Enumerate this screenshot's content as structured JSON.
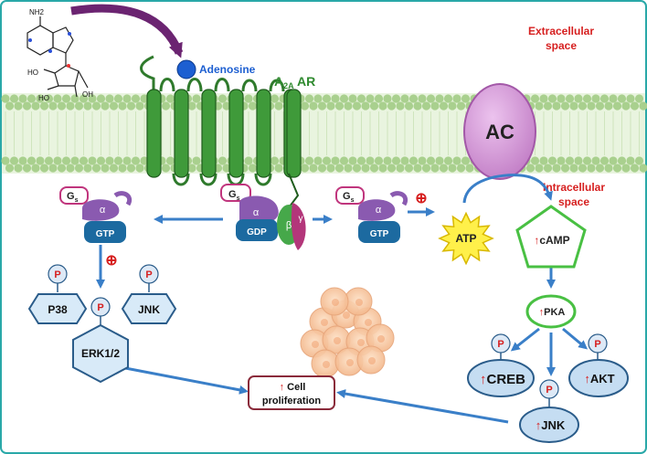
{
  "labels": {
    "adenosine": "Adenosine",
    "receptor_main": "A",
    "receptor_sub": "2A",
    "receptor_suffix": " AR",
    "extracellular_line1": "Extracellular",
    "extracellular_line2": "space",
    "intracellular_line1": "Intracellular",
    "intracellular_line2": "space",
    "ac": "AC",
    "atp": "ATP",
    "camp": "cAMP",
    "pka": "PKA",
    "creb": "CREB",
    "akt": "AKT",
    "jnk_right": "JNK",
    "cell_prolif_line1": "Cell",
    "cell_prolif_line2": "proliferation",
    "p38": "P38",
    "jnk_left": "JNK",
    "erk": "ERK1/2",
    "phospho": "P",
    "gs_main": "G",
    "gs_sub": "s",
    "alpha": "α",
    "beta": "β",
    "gamma": "γ",
    "gtp": "GTP",
    "gdp": "GDP",
    "plus": "⊕",
    "up_arrow": "↑",
    "molecule_nh2": "NH2",
    "molecule_ho1": "HO",
    "molecule_ho2": "HO",
    "molecule_oh": "OH"
  },
  "colors": {
    "membrane": "#c9e3b4",
    "membrane_dots": "#a9d08e",
    "receptor": "#3f9a3a",
    "receptor_dark": "#1f5c1d",
    "adenosine_ball": "#1d5fd1",
    "purple_arrow": "#7b2f7f",
    "blue_arrow": "#3a7fc8",
    "red_text": "#d61f1f",
    "ac_fill": "#d79bd9",
    "atp_fill": "#fff04a",
    "camp_border": "#49c043",
    "hex_fill": "#d8eaf8",
    "hex_border": "#2a5c8a",
    "ellipse_fill": "#c5ddf2",
    "gtp_fill": "#1c6aa0",
    "g_alpha": "#8a5ab0",
    "g_beta": "#46a84a",
    "g_gamma": "#b3367a",
    "cell_fill": "#f6c39b",
    "border_teal": "#29a8a8"
  },
  "icons": [
    "adenosine-molecule-icon",
    "cell-cluster-icon",
    "plus-circle-icon",
    "up-arrow-icon"
  ]
}
